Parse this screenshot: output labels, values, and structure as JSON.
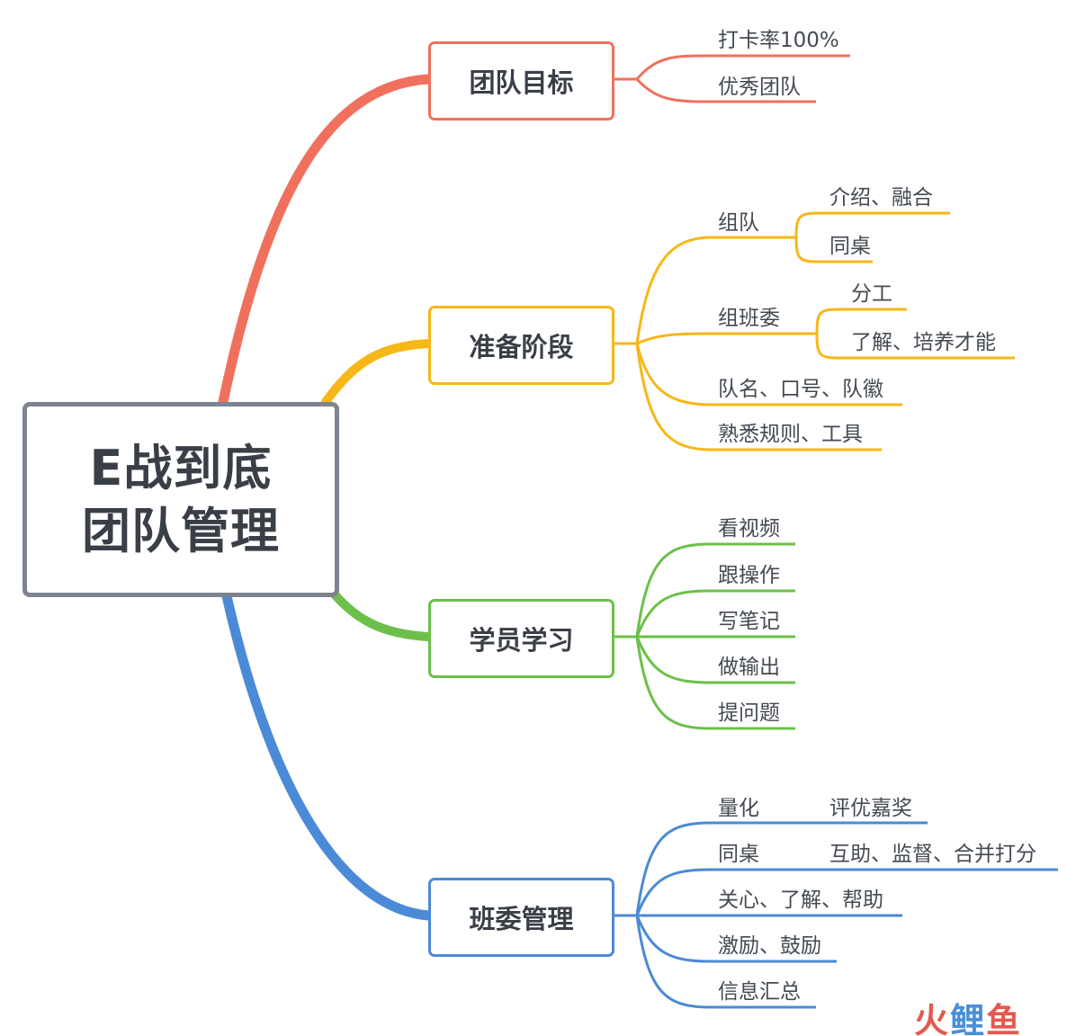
{
  "root": {
    "line1": "E战到底",
    "line2": "团队管理",
    "border_color": "#7d838f"
  },
  "branches": [
    {
      "label": "团队目标",
      "color": "#f0705e",
      "children": [
        "打卡率100%",
        "优秀团队"
      ]
    },
    {
      "label": "准备阶段",
      "color": "#f7b717",
      "children": [
        {
          "label": "组队",
          "children": [
            "介绍、融合",
            "同桌"
          ]
        },
        {
          "label": "组班委",
          "children": [
            "分工",
            "了解、培养才能"
          ]
        },
        "队名、口号、队徽",
        "熟悉规则、工具"
      ]
    },
    {
      "label": "学员学习",
      "color": "#6cc04a",
      "children": [
        "看视频",
        "跟操作",
        "写笔记",
        "做输出",
        "提问题"
      ]
    },
    {
      "label": "班委管理",
      "color": "#4b8ad6",
      "children": [
        {
          "label": "量化",
          "children": [
            "评优嘉奖"
          ]
        },
        {
          "label": "同桌",
          "children": [
            "互助、监督、合并打分"
          ]
        },
        "关心、了解、帮助",
        "激励、鼓励",
        "信息汇总"
      ]
    }
  ],
  "watermark": {
    "part1": "火",
    "part2": "鲤",
    "part3": "鱼"
  }
}
